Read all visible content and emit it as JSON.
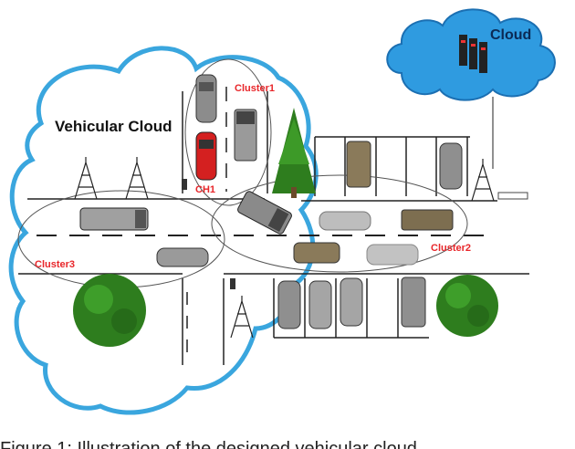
{
  "labels": {
    "vehicular_cloud": "Vehicular Cloud",
    "cloud": "Cloud",
    "cluster1": "Cluster1",
    "cluster2": "Cluster2",
    "cluster3": "Cluster3",
    "ch1": "CH1"
  },
  "caption": "Figure 1: Illustration of the designed vehicular cloud...",
  "colors": {
    "cloud_outline": "#3aa6de",
    "cloud_fill": "#2f9be0",
    "label_red": "#e8262a",
    "tree_green": "#2e7d1e",
    "road_line": "#222222"
  }
}
